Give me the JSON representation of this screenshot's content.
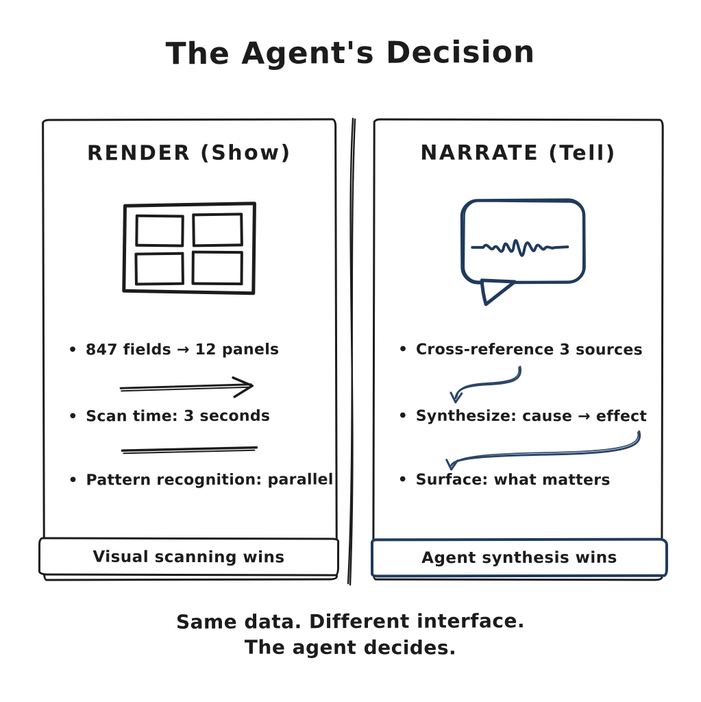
{
  "title": "The Agent's Decision",
  "panels": {
    "render": {
      "header": "RENDER (Show)",
      "icon": "dashboard-grid-icon",
      "bullet": "•",
      "items": [
        "847 fields → 12 panels",
        "Scan time: 3 seconds",
        "Pattern recognition: parallel"
      ],
      "banner": "Visual scanning wins"
    },
    "narrate": {
      "header": "NARRATE (Tell)",
      "icon": "speech-bubble-waveform-icon",
      "bullet": "•",
      "items": [
        "Cross-reference 3 sources",
        "Synthesize: cause → effect",
        "Surface: what matters"
      ],
      "banner": "Agent synthesis wins"
    }
  },
  "caption": {
    "line1": "Same data. Different interface.",
    "line2": "The agent decides."
  },
  "colors": {
    "ink": "#1c1c1c",
    "navy": "#203a5c",
    "background": "#ffffff"
  }
}
